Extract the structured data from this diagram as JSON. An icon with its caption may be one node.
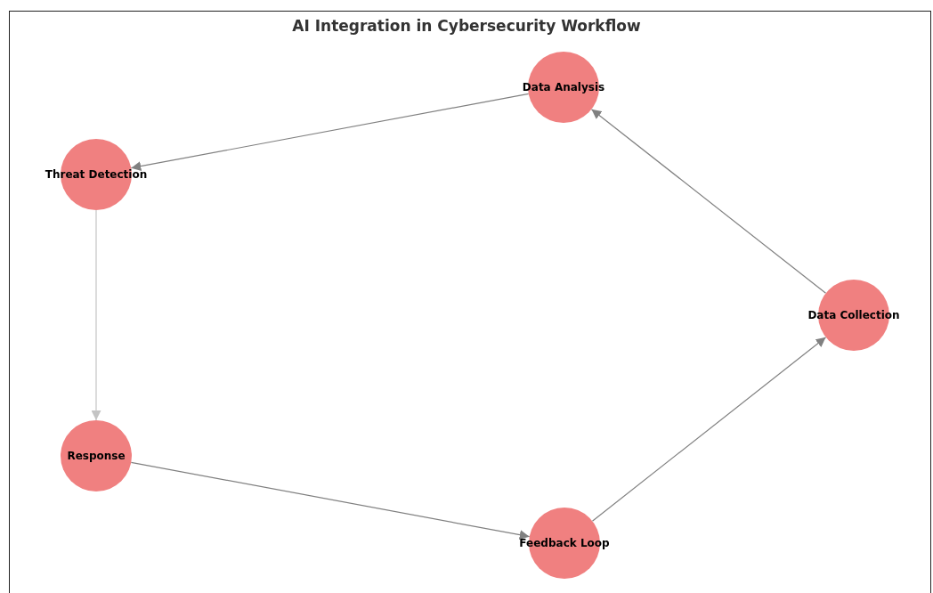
{
  "diagram": {
    "title": "AI Integration in Cybersecurity Workflow",
    "nodes": [
      {
        "text": [
          "Data Analysis"
        ]
      },
      {
        "text": [
          "Threat Detection"
        ]
      },
      {
        "text": [
          "Data Collection"
        ]
      },
      {
        "text": [
          "Response"
        ]
      },
      {
        "text": [
          "Feedback Loop"
        ]
      }
    ],
    "edges": [
      {
        "from": 2,
        "to": 0,
        "arrow": "to"
      },
      {
        "from": 0,
        "to": 1,
        "arrow": "to"
      },
      {
        "from": 1,
        "to": 3,
        "arrow": "to",
        "color": "#c4c4c4"
      },
      {
        "from": 3,
        "to": 4,
        "arrow": "to"
      },
      {
        "from": 4,
        "to": 2,
        "arrow": "to"
      }
    ]
  }
}
